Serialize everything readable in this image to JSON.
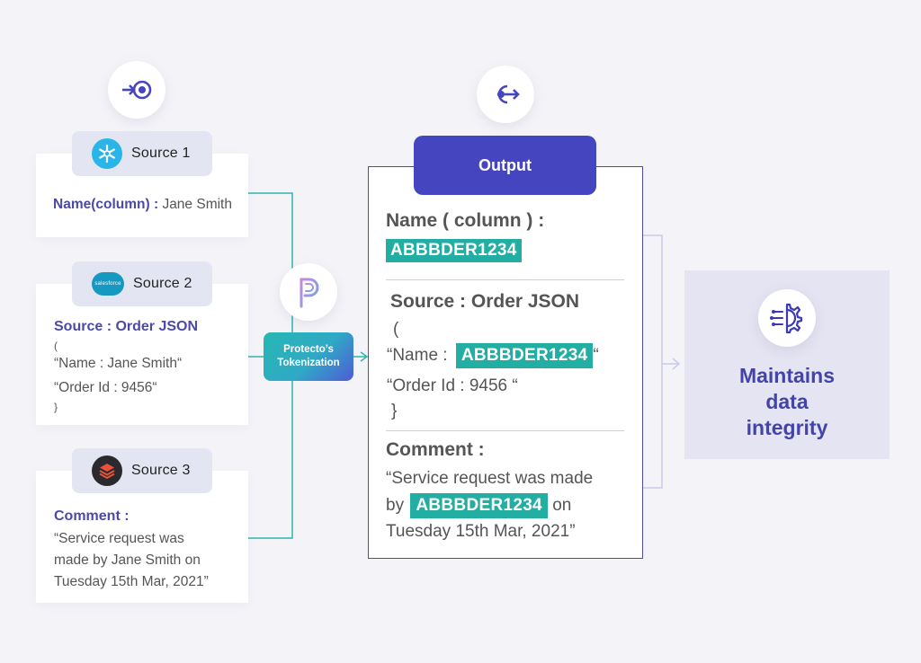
{
  "input_icon": "input-arrow-icon",
  "output_icon": "output-arrow-icon",
  "sources": [
    {
      "label": "Source 1",
      "icon": "snowflake-icon",
      "field_key": "Name(column) :",
      "field_value": "Jane Smith"
    },
    {
      "label": "Source 2",
      "icon": "salesforce-icon",
      "icon_text": "salesforce",
      "heading": "Source : Order JSON",
      "lines": [
        "(",
        "“Name : Jane Smith“",
        "“Order Id : 9456“",
        "}"
      ]
    },
    {
      "label": "Source 3",
      "icon": "databricks-icon",
      "heading": "Comment :",
      "lines": [
        "“Service request was",
        "made by Jane Smith on",
        "Tuesday 15th Mar, 2021”"
      ]
    }
  ],
  "tokenization": {
    "icon": "protecto-logo-icon",
    "label_line1": "Protecto’s",
    "label_line2": "Tokenization"
  },
  "output": {
    "title": "Output",
    "name_key": "Name ( column ) :",
    "token": "ABBBDER1234",
    "order_heading": "Source : Order JSON",
    "open_paren": "(",
    "name_prefix": "“Name :",
    "name_suffix": "“",
    "order_id": "“Order Id : 9456 “",
    "close_brace": "}",
    "comment_key": "Comment :",
    "comment_line1": "“Service request was made",
    "comment_by": "by",
    "comment_on": "on",
    "comment_line3": "Tuesday 15th Mar, 2021”"
  },
  "result": {
    "icon": "gear-circuit-icon",
    "line1": "Maintains",
    "line2": "data",
    "line3": "integrity"
  },
  "colors": {
    "accent": "#4545c0",
    "token_bg": "#22aea2",
    "connector": "#2fb3b3",
    "light_connector": "#c9c9ec"
  }
}
